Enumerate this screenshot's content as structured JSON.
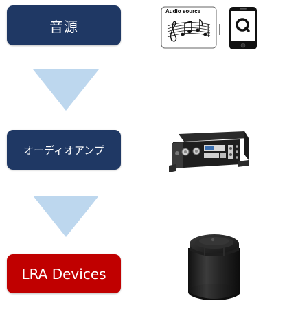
{
  "colors": {
    "source_box": "#1f3864",
    "amp_box": "#1f3864",
    "lra_box": "#c00000",
    "arrow": "#bdd7ee"
  },
  "stages": {
    "source": "音源",
    "amp": "オーディオアンプ",
    "lra": "LRA Devices"
  },
  "illustrations": {
    "audio_source_label": "Audio source",
    "audio_icon": "music-notes-icon",
    "phone_icon": "smartphone-icon",
    "amp_icon": "audio-amplifier-icon",
    "speaker_icon": "cylindrical-lra-device-icon"
  }
}
